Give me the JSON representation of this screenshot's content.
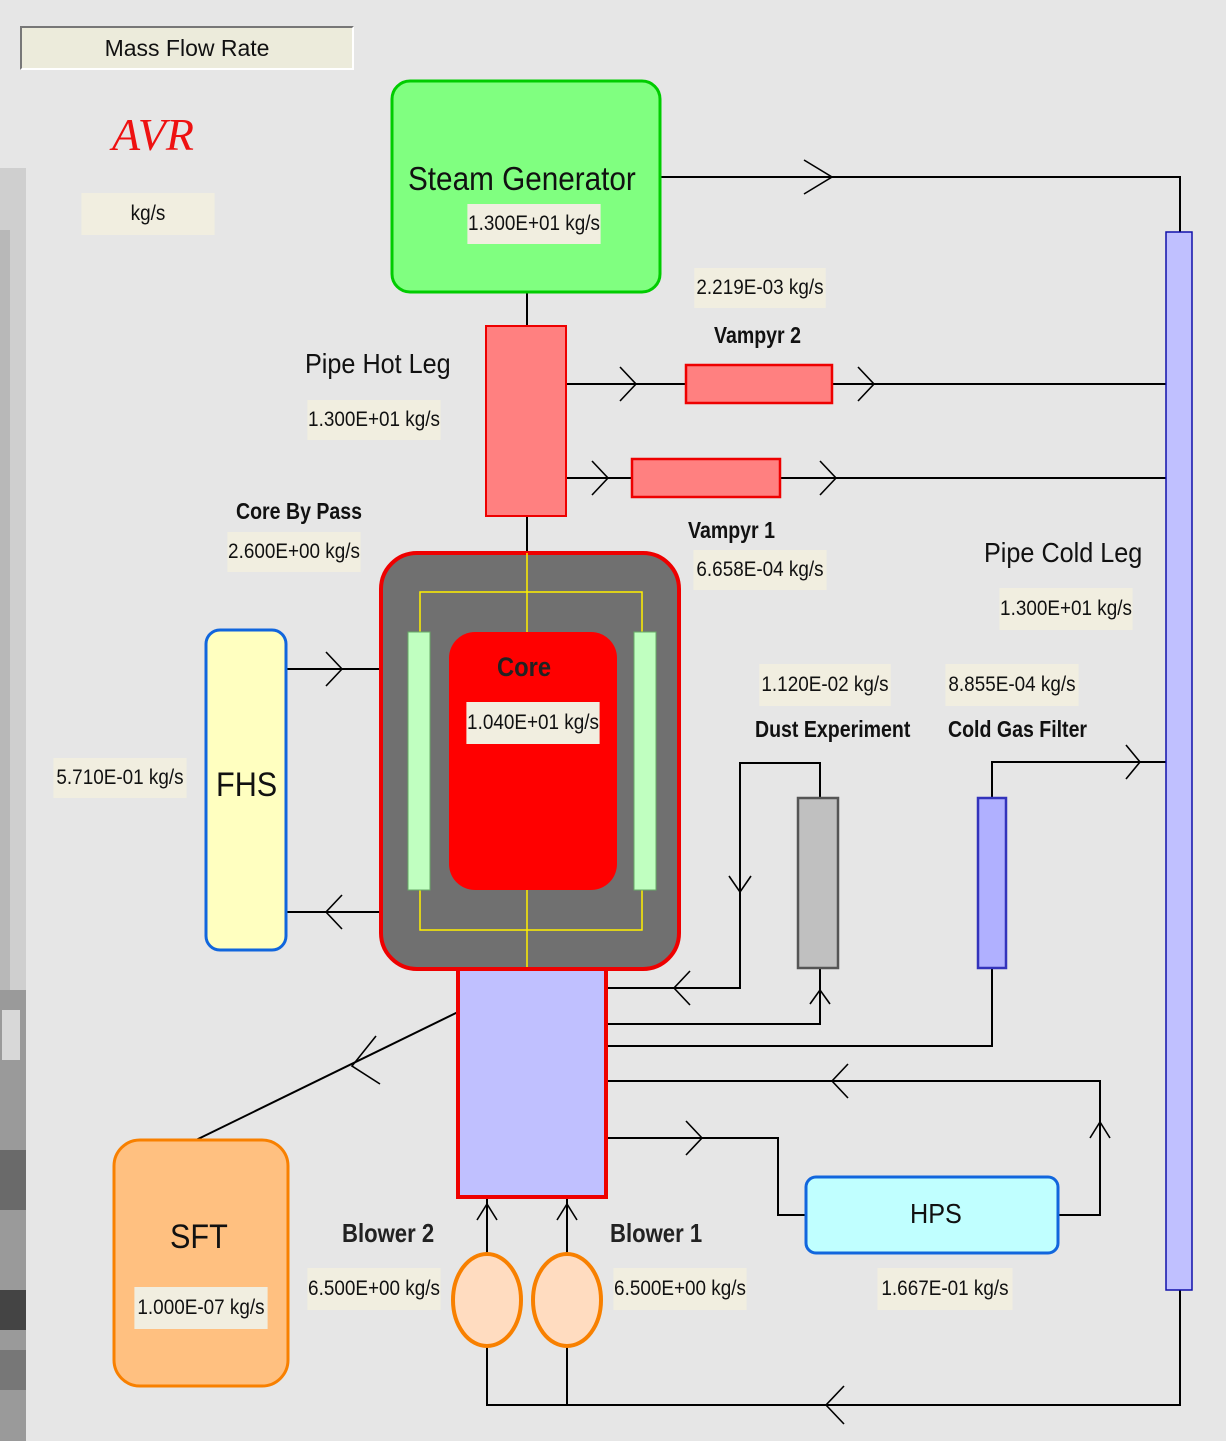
{
  "header": {
    "title_button": "Mass Flow Rate",
    "plant_name": "AVR",
    "units": "kg/s"
  },
  "components": {
    "steam_generator": {
      "label": "Steam Generator",
      "value": "1.300E+01 kg/s"
    },
    "pipe_hot_leg": {
      "label": "Pipe Hot Leg",
      "value": "1.300E+01 kg/s"
    },
    "vampyr2": {
      "label": "Vampyr 2",
      "value": "2.219E-03 kg/s"
    },
    "vampyr1": {
      "label": "Vampyr 1",
      "value": "6.658E-04 kg/s"
    },
    "core_by_pass": {
      "label": "Core By Pass",
      "value": "2.600E+00 kg/s"
    },
    "pipe_cold_leg": {
      "label": "Pipe Cold Leg",
      "value": "1.300E+01 kg/s"
    },
    "core": {
      "label": "Core",
      "value": "1.040E+01 kg/s"
    },
    "fhs": {
      "label": "FHS",
      "value": "5.710E-01 kg/s"
    },
    "dust_experiment": {
      "label": "Dust Experiment",
      "value": "1.120E-02 kg/s"
    },
    "cold_gas_filter": {
      "label": "Cold Gas Filter",
      "value": "8.855E-04 kg/s"
    },
    "sft": {
      "label": "SFT",
      "value": "1.000E-07 kg/s"
    },
    "blower2": {
      "label": "Blower 2",
      "value": "6.500E+00 kg/s"
    },
    "blower1": {
      "label": "Blower 1",
      "value": "6.500E+00 kg/s"
    },
    "hps": {
      "label": "HPS",
      "value": "1.667E-01 kg/s"
    }
  },
  "colors": {
    "background": "#e6e6e6",
    "steam_generator": "#80ff80",
    "hot_leg": "#ff8080",
    "cold_leg": "#c0c0ff",
    "core": "#ff0000",
    "vessel": "#707070",
    "fhs": "#ffffc0",
    "sft": "#ffc080",
    "hps": "#c0ffff",
    "value_box": "#f1eee0"
  }
}
